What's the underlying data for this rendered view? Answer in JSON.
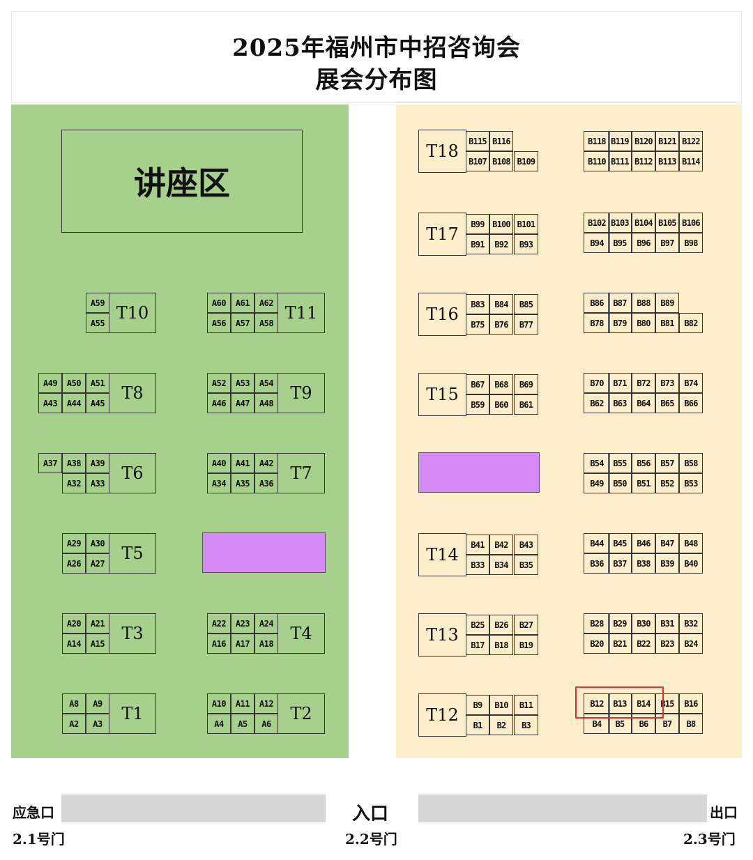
{
  "title": {
    "line1": "2025年福州市中招咨询会",
    "line2": "展会分布图"
  },
  "lecture_area": "讲座区",
  "zones": {
    "a_color": "#a8d08d",
    "b_color": "#fdeecb",
    "reserved_color": "#d58bf4",
    "highlight_color": "#e03131"
  },
  "tables_a": [
    {
      "label": "T10",
      "top": [
        "A59"
      ],
      "bottom": [
        "A55"
      ]
    },
    {
      "label": "T11",
      "top": [
        "A60",
        "A61",
        "A62"
      ],
      "bottom": [
        "A56",
        "A57",
        "A58"
      ]
    },
    {
      "label": "T8",
      "top": [
        "A49",
        "A50",
        "A51"
      ],
      "bottom": [
        "A43",
        "A44",
        "A45"
      ]
    },
    {
      "label": "T9",
      "top": [
        "A52",
        "A53",
        "A54"
      ],
      "bottom": [
        "A46",
        "A47",
        "A48"
      ]
    },
    {
      "label": "T6",
      "top": [
        "A37",
        "A38",
        "A39"
      ],
      "bottom": [
        "A32",
        "A33"
      ]
    },
    {
      "label": "T7",
      "top": [
        "A40",
        "A41",
        "A42"
      ],
      "bottom": [
        "A34",
        "A35",
        "A36"
      ]
    },
    {
      "label": "T5",
      "top": [
        "A29",
        "A30"
      ],
      "bottom": [
        "A26",
        "A27"
      ]
    },
    {
      "label": "T3",
      "top": [
        "A20",
        "A21"
      ],
      "bottom": [
        "A14",
        "A15"
      ]
    },
    {
      "label": "T4",
      "top": [
        "A22",
        "A23",
        "A24"
      ],
      "bottom": [
        "A16",
        "A17",
        "A18"
      ]
    },
    {
      "label": "T1",
      "top": [
        "A8",
        "A9"
      ],
      "bottom": [
        "A2",
        "A3"
      ]
    },
    {
      "label": "T2",
      "top": [
        "A10",
        "A11",
        "A12"
      ],
      "bottom": [
        "A4",
        "A5",
        "A6"
      ]
    }
  ],
  "tables_b": [
    {
      "label": "T18",
      "top": [
        "B115",
        "B116"
      ],
      "bottom": [
        "B107",
        "B108",
        "B109"
      ]
    },
    {
      "label": "T17",
      "top": [
        "B99",
        "B100",
        "B101"
      ],
      "bottom": [
        "B91",
        "B92",
        "B93"
      ]
    },
    {
      "label": "T16",
      "top": [
        "B83",
        "B84",
        "B85"
      ],
      "bottom": [
        "B75",
        "B76",
        "B77"
      ]
    },
    {
      "label": "T15",
      "top": [
        "B67",
        "B68",
        "B69"
      ],
      "bottom": [
        "B59",
        "B60",
        "B61"
      ]
    },
    {
      "label": "T14",
      "top": [
        "B41",
        "B42",
        "B43"
      ],
      "bottom": [
        "B33",
        "B34",
        "B35"
      ]
    },
    {
      "label": "T13",
      "top": [
        "B25",
        "B26",
        "B27"
      ],
      "bottom": [
        "B17",
        "B18",
        "B19"
      ]
    },
    {
      "label": "T12",
      "top": [
        "B9",
        "B10",
        "B11"
      ],
      "bottom": [
        "B1",
        "B2",
        "B3"
      ]
    }
  ],
  "blocks_b": [
    {
      "top": [
        "B118",
        "B119",
        "B120",
        "B121",
        "B122"
      ],
      "bottom": [
        "B110",
        "B111",
        "B112",
        "B113",
        "B114"
      ]
    },
    {
      "top": [
        "B102",
        "B103",
        "B104",
        "B105",
        "B106"
      ],
      "bottom": [
        "B94",
        "B95",
        "B96",
        "B97",
        "B98"
      ]
    },
    {
      "top": [
        "B86",
        "B87",
        "B88",
        "B89"
      ],
      "bottom": [
        "B78",
        "B79",
        "B80",
        "B81",
        "B82"
      ]
    },
    {
      "top": [
        "B70",
        "B71",
        "B72",
        "B73",
        "B74"
      ],
      "bottom": [
        "B62",
        "B63",
        "B64",
        "B65",
        "B66"
      ]
    },
    {
      "top": [
        "B54",
        "B55",
        "B56",
        "B57",
        "B58"
      ],
      "bottom": [
        "B49",
        "B50",
        "B51",
        "B52",
        "B53"
      ]
    },
    {
      "top": [
        "B44",
        "B45",
        "B46",
        "B47",
        "B48"
      ],
      "bottom": [
        "B36",
        "B37",
        "B38",
        "B39",
        "B40"
      ]
    },
    {
      "top": [
        "B28",
        "B29",
        "B30",
        "B31",
        "B32"
      ],
      "bottom": [
        "B20",
        "B21",
        "B22",
        "B23",
        "B24"
      ]
    },
    {
      "top": [
        "B12",
        "B13",
        "B14",
        "B15",
        "B16"
      ],
      "bottom": [
        "B4",
        "B5",
        "B6",
        "B7",
        "B8"
      ]
    }
  ],
  "highlighted_booths": [
    "B12",
    "B13",
    "B14"
  ],
  "gates": {
    "emergency_exit": "应急口",
    "gate1": "2.1号门",
    "entrance": "入口",
    "gate2": "2.2号门",
    "exit": "出口",
    "gate3": "2.3号门"
  }
}
